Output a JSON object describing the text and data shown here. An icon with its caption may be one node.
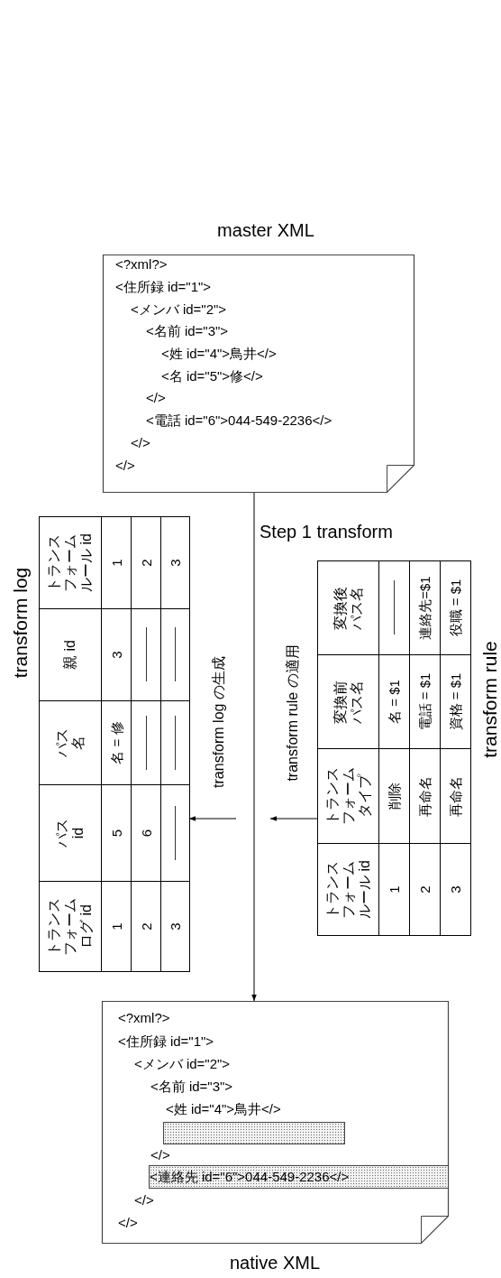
{
  "diagram": {
    "nodes": [
      {
        "text": [
          "master XML",
          "<?xml?>",
          "<住所録 id=\"1\">",
          "<メンバ id=\"2\">",
          "<名前 id=\"3\">",
          "<姓 id=\"4\">鳥井</>",
          "<名 id=\"5\">修</>",
          "</>",
          "<電話 id=\"6\">044-549-2236</>",
          "</>",
          "</>"
        ]
      },
      {
        "text": [
          "<?xml?>",
          "<住所録 id=\"1\">",
          "<メンバ id=\"2\">",
          "<名前 id=\"3\">",
          "<姓 id=\"4\">鳥井</>",
          "</>",
          "<連絡先 id=\"6\">044-549-2236</>",
          "</>",
          "</>",
          "native XML"
        ]
      },
      {
        "text": [
          "transform log"
        ]
      },
      {
        "text": [
          "transform rule"
        ]
      },
      {
        "text": [],
        "shape": "bar",
        "in": 1
      }
    ],
    "edges": [
      {
        "from": 0,
        "to": 1,
        "arrow": "to",
        "label": "Step 1 transform"
      },
      {
        "from": 3,
        "to": null,
        "arrow": "to",
        "label": "transform rule の適用"
      },
      {
        "from": null,
        "to": 2,
        "arrow": "to",
        "label": "transform log の生成"
      }
    ],
    "labels": [
      "トランスフォームログ id",
      "パス id",
      "パス名",
      "親 id",
      "トランスフォームルール id",
      "1",
      "5",
      "名 = 修",
      "3",
      "1",
      "2",
      "6",
      "2",
      "3",
      "3",
      "トランスフォームルール id",
      "トランスフォームタイプ",
      "変換前パス名",
      "変換後パス名",
      "1",
      "削除",
      "名 = $1",
      "2",
      "再命名",
      "電話 = $1",
      "連絡先=$1",
      "3",
      "再命名",
      "資格 = $1",
      "役職 = $1"
    ]
  }
}
